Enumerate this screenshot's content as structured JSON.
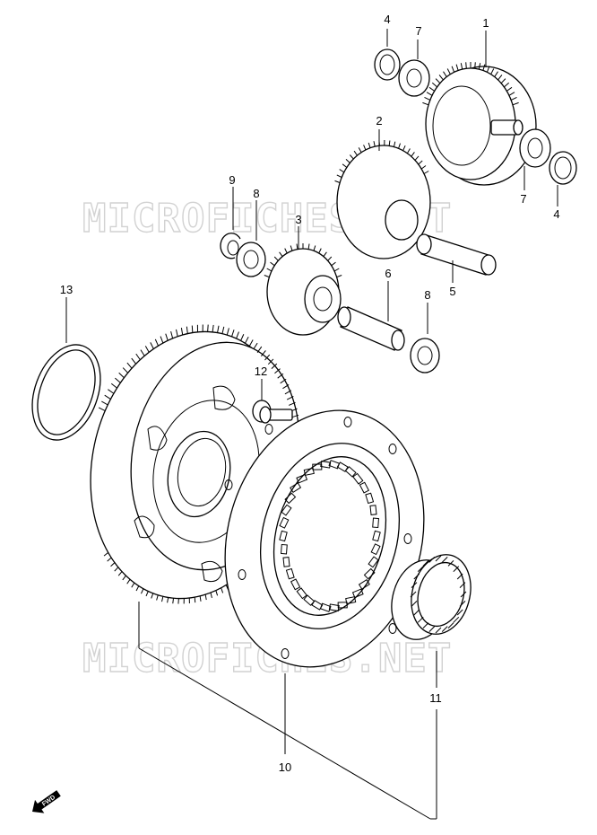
{
  "watermark": {
    "text": "MICROFICHES.NET"
  },
  "fwd_badge": {
    "label": "FWD"
  },
  "callouts": {
    "p1": "1",
    "p2": "2",
    "p3": "3",
    "p4a": "4",
    "p4b": "4",
    "p5": "5",
    "p6": "6",
    "p7a": "7",
    "p7b": "7",
    "p8a": "8",
    "p8b": "8",
    "p9": "9",
    "p10": "10",
    "p11": "11",
    "p12": "12",
    "p13": "13"
  }
}
